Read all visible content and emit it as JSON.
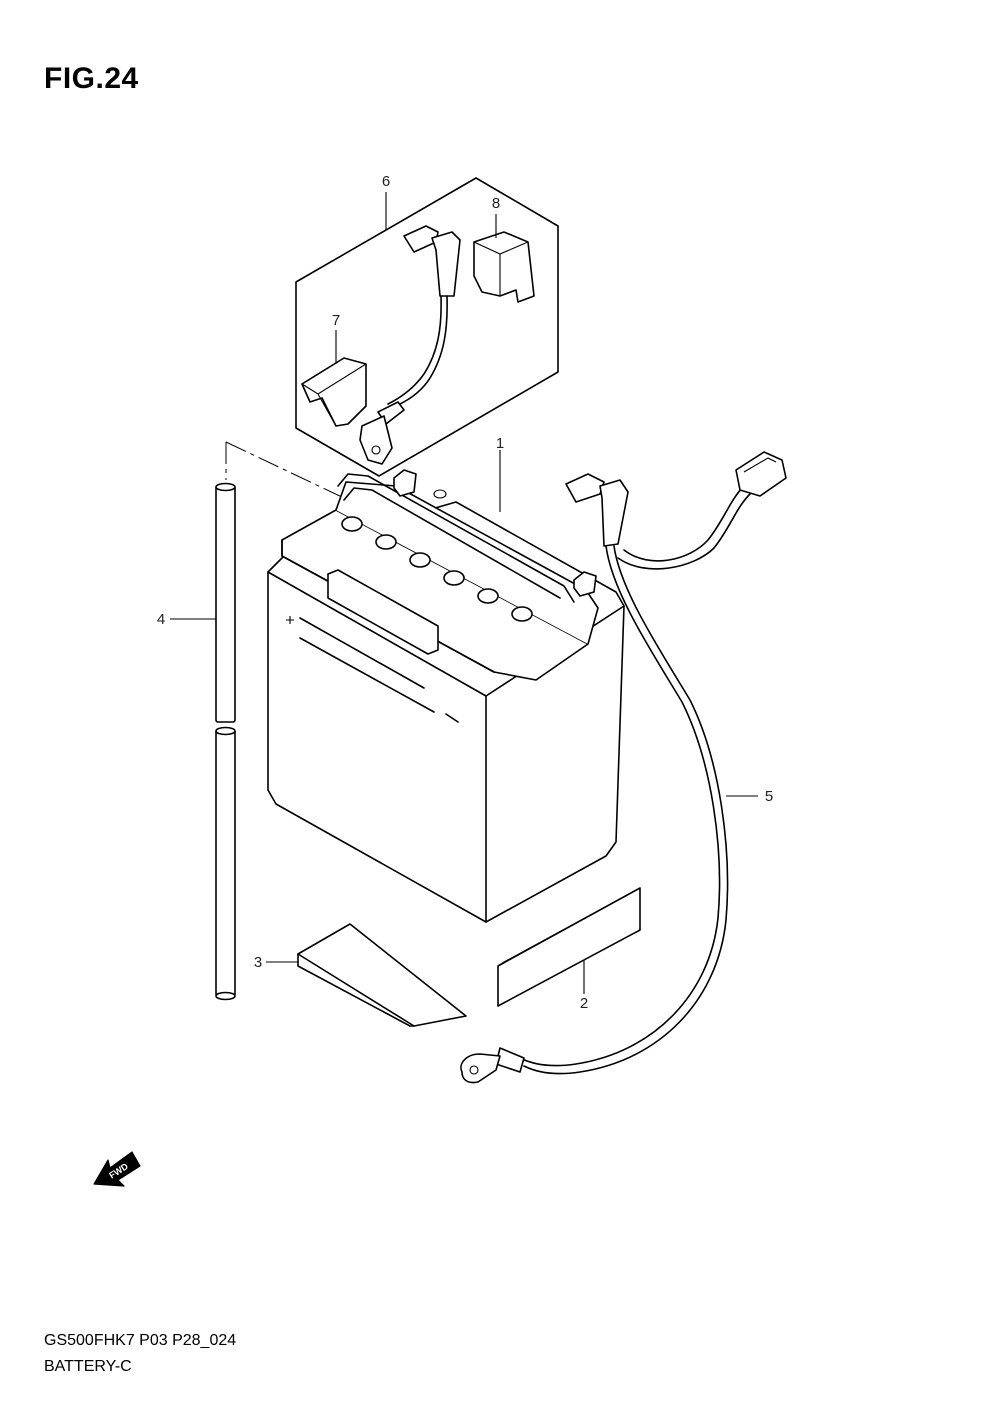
{
  "figure": {
    "title": "FIG.24"
  },
  "callouts": [
    "1",
    "2",
    "3",
    "4",
    "5",
    "6",
    "7",
    "8"
  ],
  "fwd_label": "FWD",
  "footer": {
    "code": "GS500FHK7 P03 P28_024",
    "name": "BATTERY-C"
  }
}
